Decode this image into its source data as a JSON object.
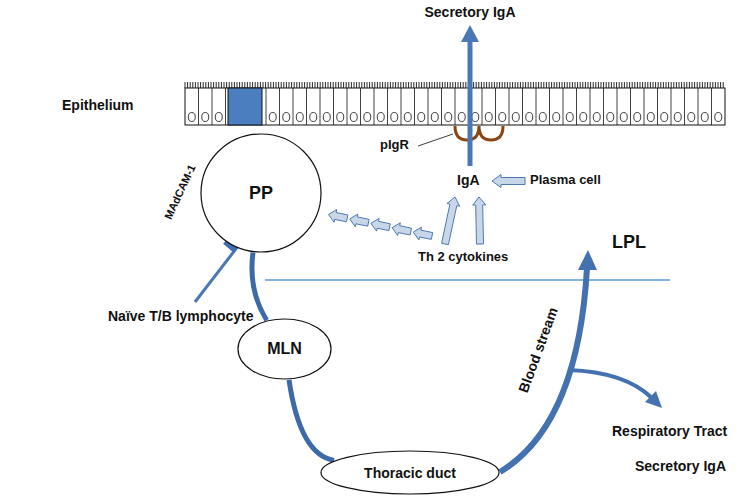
{
  "diagram": {
    "nodes": [
      {
        "text": [
          "PP"
        ]
      },
      {
        "text": [
          "MLN"
        ]
      },
      {
        "text": [
          "Thoracic duct"
        ]
      }
    ],
    "edges": [
      {
        "from": 0,
        "to": 1,
        "arrow": "none"
      },
      {
        "from": 1,
        "to": 2,
        "arrow": "none"
      }
    ],
    "labels": [
      "Secretory IgA",
      "Epithelium",
      "MAdCAM-1",
      "pIgR",
      "IgA",
      "Plasma cell",
      "Th 2 cytokines",
      "LPL",
      "Naïve T/B lymphocyte",
      "Blood stream",
      "Respiratory Tract",
      "Secretory IgA"
    ]
  }
}
